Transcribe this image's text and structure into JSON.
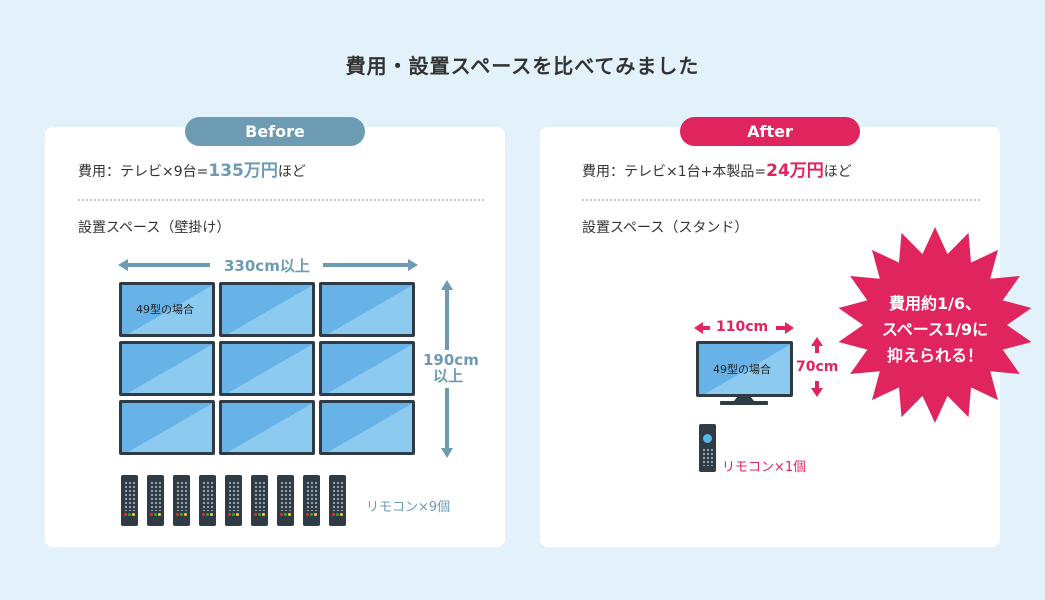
{
  "title": "費用・設置スペースを比べてみました",
  "before": {
    "badge": "Before",
    "cost_prefix": "費用：テレビ×9台=",
    "cost_amount": "135万円",
    "cost_suffix": "ほど",
    "space_label": "設置スペース（壁掛け）",
    "width_label": "330cm以上",
    "height_value": "190cm",
    "height_suffix": "以上",
    "tv_label": "49型の場合",
    "remote_label": "リモコン×9個"
  },
  "after": {
    "badge": "After",
    "cost_prefix": "費用：テレビ×1台+本製品=",
    "cost_amount": "24万円",
    "cost_suffix": "ほど",
    "space_label": "設置スペース（スタンド）",
    "width_label": "110cm",
    "height_label": "70cm",
    "tv_label": "49型の場合",
    "remote_label": "リモコン×1個"
  },
  "callout": {
    "line1": "費用約1/6、",
    "line2": "スペース1/9に",
    "line3": "抑えられる！"
  },
  "colors": {
    "before_accent": "#6d9bb4",
    "after_accent": "#e0245e",
    "background": "#e3f2fa",
    "tv_frame": "#2f3b45",
    "tv_screen": "#67b2e6"
  }
}
